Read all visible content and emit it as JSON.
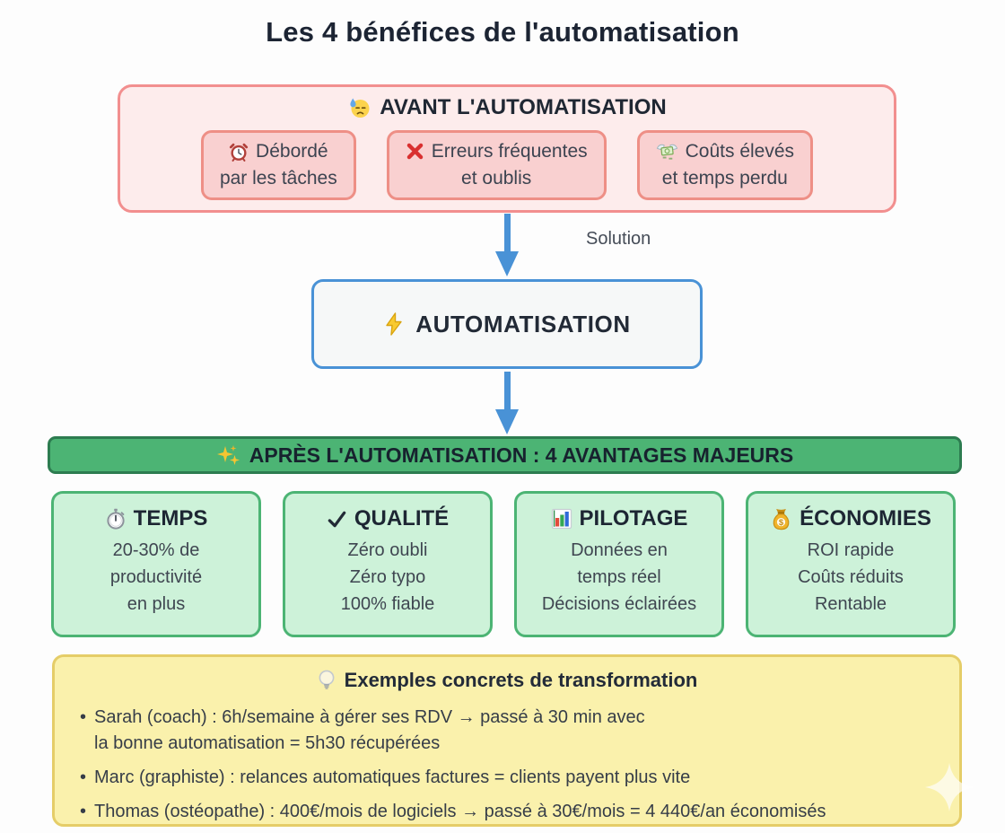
{
  "title": "Les 4 bénéfices de l'automatisation",
  "before": {
    "header": "AVANT L'AUTOMATISATION",
    "items": [
      {
        "icon": "alarm-clock",
        "line1": "Débordé",
        "line2": "par les tâches"
      },
      {
        "icon": "red-cross",
        "line1": "Erreurs fréquentes",
        "line2": "et oublis"
      },
      {
        "icon": "money-with-wings",
        "line1": "Coûts élevés",
        "line2": "et temps perdu"
      }
    ]
  },
  "solution": {
    "arrow_label": "Solution",
    "box_label": "AUTOMATISATION",
    "box_icon": "lightning-bolt"
  },
  "after": {
    "banner": "APRÈS L'AUTOMATISATION : 4 AVANTAGES MAJEURS",
    "banner_icon": "sparkles",
    "benefits": [
      {
        "icon": "stopwatch",
        "title": "TEMPS",
        "body": "20-30% de\nproductivité\nen plus"
      },
      {
        "icon": "check-mark",
        "title": "QUALITÉ",
        "body": "Zéro oubli\nZéro typo\n100% fiable"
      },
      {
        "icon": "bar-chart",
        "title": "PILOTAGE",
        "body": "Données en\ntemps réel\nDécisions éclairées"
      },
      {
        "icon": "money-bag",
        "title": "ÉCONOMIES",
        "body": "ROI rapide\nCoûts réduits\nRentable"
      }
    ]
  },
  "examples": {
    "icon": "light-bulb",
    "title": "Exemples concrets de transformation",
    "bullet_char": "•",
    "bullets": [
      "Sarah (coach) : 6h/semaine à gérer ses RDV → passé à 30 min avec\nla bonne automatisation = 5h30 récupérées",
      "Marc (graphiste) : relances automatiques factures = clients payent plus vite",
      "Thomas (ostéopathe) : 400€/mois de logiciels → passé à 30€/mois = 4 440€/an économisés"
    ]
  },
  "icons": {
    "before_header": "sweating-face",
    "watermark": "four-point-star"
  },
  "colors": {
    "pain_bg": "#fdecec",
    "pain_border": "#f28f8f",
    "pain_card_bg": "#f9d0d0",
    "pain_card_border": "#ee8f86",
    "arrow_blue": "#4992d6",
    "automation_bg": "#f6f8f8",
    "automation_border": "#4992d6",
    "banner_bg": "#4cb474",
    "banner_border": "#2d7c50",
    "benefit_bg": "#cdf2d9",
    "benefit_border": "#4cb474",
    "examples_bg": "#faf1ac",
    "examples_border": "#e5cd68",
    "heading_text": "#1c2433",
    "body_text": "#3d434e"
  }
}
